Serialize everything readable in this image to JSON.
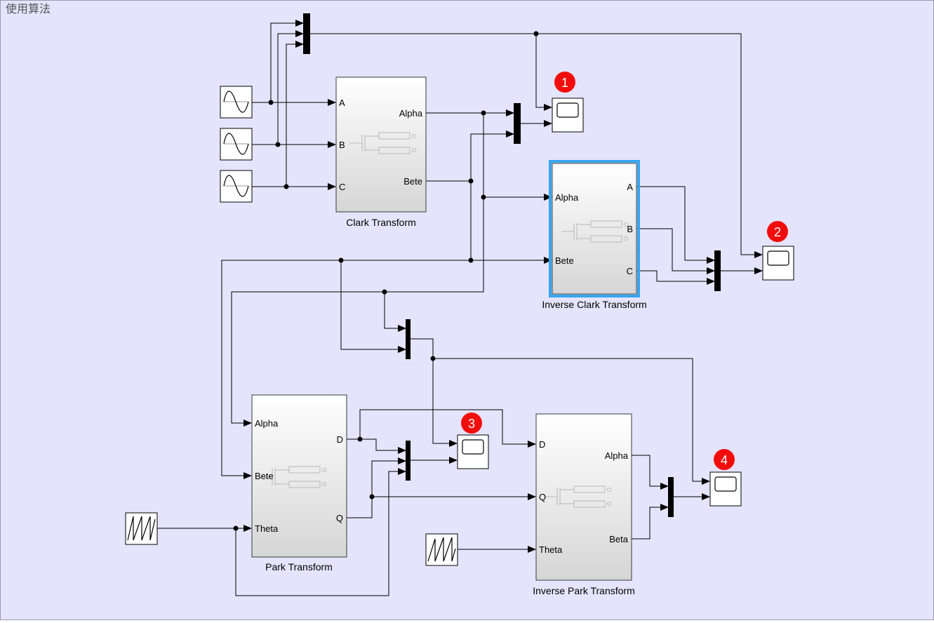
{
  "canvas": {
    "title": "使用算法",
    "background": "#e4e4fc",
    "border": "#9a9ab0"
  },
  "colors": {
    "line": "#000000",
    "block_border": "#3a3a3a",
    "block_top": "#ffffff",
    "block_bottom": "#d6d6d6",
    "selection": "#35a6f0",
    "badge": "#f20d0d",
    "badge_text": "#ffffff",
    "icon_gray": "#b8b8b8"
  },
  "blocks": {
    "clark": {
      "label": "Clark Transform",
      "inputs": [
        "A",
        "B",
        "C"
      ],
      "outputs": [
        "Alpha",
        "Bete"
      ]
    },
    "inv_clark": {
      "label": "Inverse Clark Transform",
      "inputs": [
        "Alpha",
        "Bete"
      ],
      "outputs": [
        "A",
        "B",
        "C"
      ]
    },
    "park": {
      "label": "Park Transform",
      "inputs": [
        "Alpha",
        "Bete",
        "Theta"
      ],
      "outputs": [
        "D",
        "Q"
      ]
    },
    "inv_park": {
      "label": "Inverse Park Transform",
      "inputs": [
        "D",
        "Q",
        "Theta"
      ],
      "outputs": [
        "Alpha",
        "Beta"
      ]
    }
  },
  "scopes": [
    {
      "badge": "1"
    },
    {
      "badge": "2"
    },
    {
      "badge": "3"
    },
    {
      "badge": "4"
    }
  ]
}
